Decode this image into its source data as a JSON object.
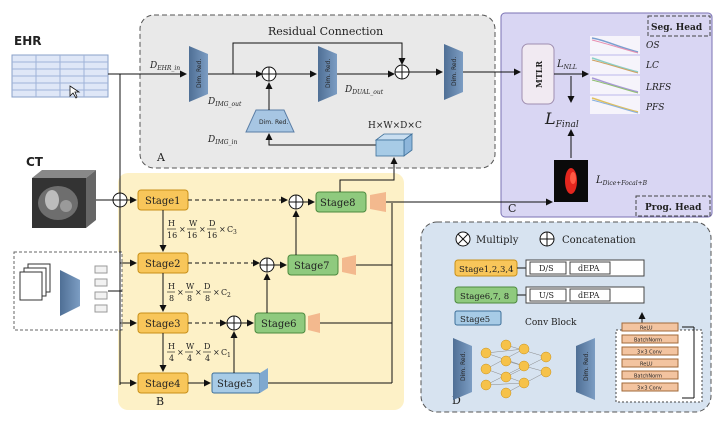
{
  "ehr": {
    "label": "EHR"
  },
  "ct": {
    "label": "CT"
  },
  "panelA": {
    "letter": "A",
    "title": "Residual Connection",
    "dimred": "Dim. Red.",
    "d_ehr_in": "D",
    "d_ehr_in_sub": "EHR_in",
    "d_img_out": "D",
    "d_img_out_sub": "IMG_out",
    "d_img_in": "D",
    "d_img_in_sub": "IMG_in",
    "d_dual_out": "D",
    "d_dual_out_sub": "DUAL_out",
    "hwdc": "H×W×D×C"
  },
  "panelB": {
    "letter": "B",
    "stages": [
      "Stage1",
      "Stage2",
      "Stage3",
      "Stage4",
      "Stage5",
      "Stage6",
      "Stage7",
      "Stage8"
    ],
    "dims1": {
      "h": "H",
      "w": "W",
      "d": "D",
      "den": "16",
      "c": "C",
      "csub": "3"
    },
    "dims2": {
      "h": "H",
      "w": "W",
      "d": "D",
      "den": "8",
      "c": "C",
      "csub": "2"
    },
    "dims3": {
      "h": "H",
      "w": "W",
      "d": "D",
      "den": "4",
      "c": "C",
      "csub": "1"
    }
  },
  "panelC": {
    "letter": "C",
    "seg_head": "Seg. Head",
    "prog_head": "Prog. Head",
    "mtlr": "MTLR",
    "l_nll": "L",
    "l_nll_sub": "NLL",
    "l_final": "L",
    "l_final_sub": "Final",
    "l_dice": "L",
    "l_dice_sub": "Dice+Focal+B",
    "curves": [
      "OS",
      "LC",
      "LRFS",
      "PFS"
    ]
  },
  "panelD": {
    "letter": "D",
    "multiply": "Multiply",
    "concatenation": "Concatenation",
    "conv_block": "Conv Block",
    "legend_y": "Stage1,2,3,4",
    "legend_g": "Stage6,7, 8",
    "legend_b": "Stage5",
    "ds": "D/S",
    "us": "U/S",
    "depa": "dEPA",
    "dimred": "Dim. Red.",
    "block_layers": [
      "ReLU",
      "BatchNorm",
      "3×3 Conv",
      "ReLU",
      "BatchNorm",
      "3×3 Conv"
    ]
  },
  "colors": {
    "panelA_bg": "#e9e9e9",
    "panelB_bg": "#fdf1c7",
    "panelC_bg": "#d9d6f3",
    "panelD_bg": "#d7e3f0",
    "stage_yellow": "#f8c65a",
    "stage_green": "#8fca7e",
    "stage_blue": "#a7cbe6",
    "trap": "#5b7ea6"
  }
}
